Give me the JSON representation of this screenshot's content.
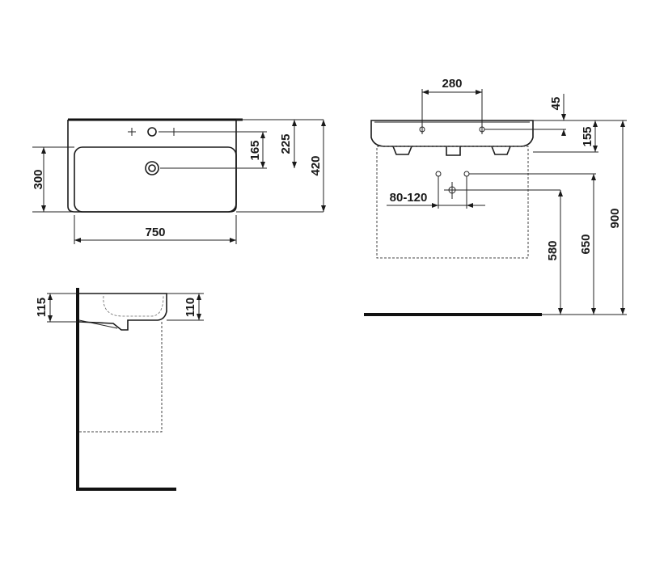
{
  "dimensions": {
    "top_view": {
      "width": "750",
      "bowl_depth": "300",
      "tap_to_drain": "165",
      "wall_to_drain": "225",
      "total_depth": "420"
    },
    "front_view": {
      "tap_spacing": "280",
      "rim_to_tap": "45",
      "rim_height": "155",
      "waste_spacing": "80-120",
      "waste_height": "580",
      "supply_height": "650",
      "total_height": "900"
    },
    "side_view": {
      "bowl_height": "115",
      "inner_depth": "110"
    }
  },
  "colors": {
    "line": "#1a1a1a",
    "background": "#ffffff"
  }
}
